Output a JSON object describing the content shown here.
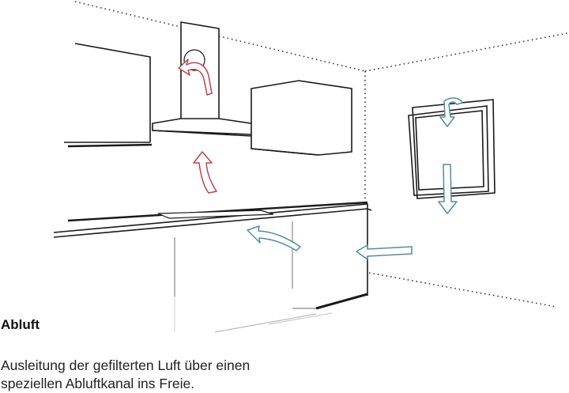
{
  "caption": {
    "title": "Abluft",
    "lines": [
      "Ausleitung der gefilterten Luft über einen",
      "speziellen Abluftkanal ins Freie."
    ]
  },
  "colors": {
    "exhaust_arrow": "#c0424b",
    "fresh_air_arrow": "#4f8fa0",
    "line": "#1a1a1a",
    "wall_dots": "#333333"
  },
  "icons": {
    "exhaust_arrow": "curved-arrow-up-icon",
    "fresh_air_arrow": "straight-arrow-down-icon"
  }
}
